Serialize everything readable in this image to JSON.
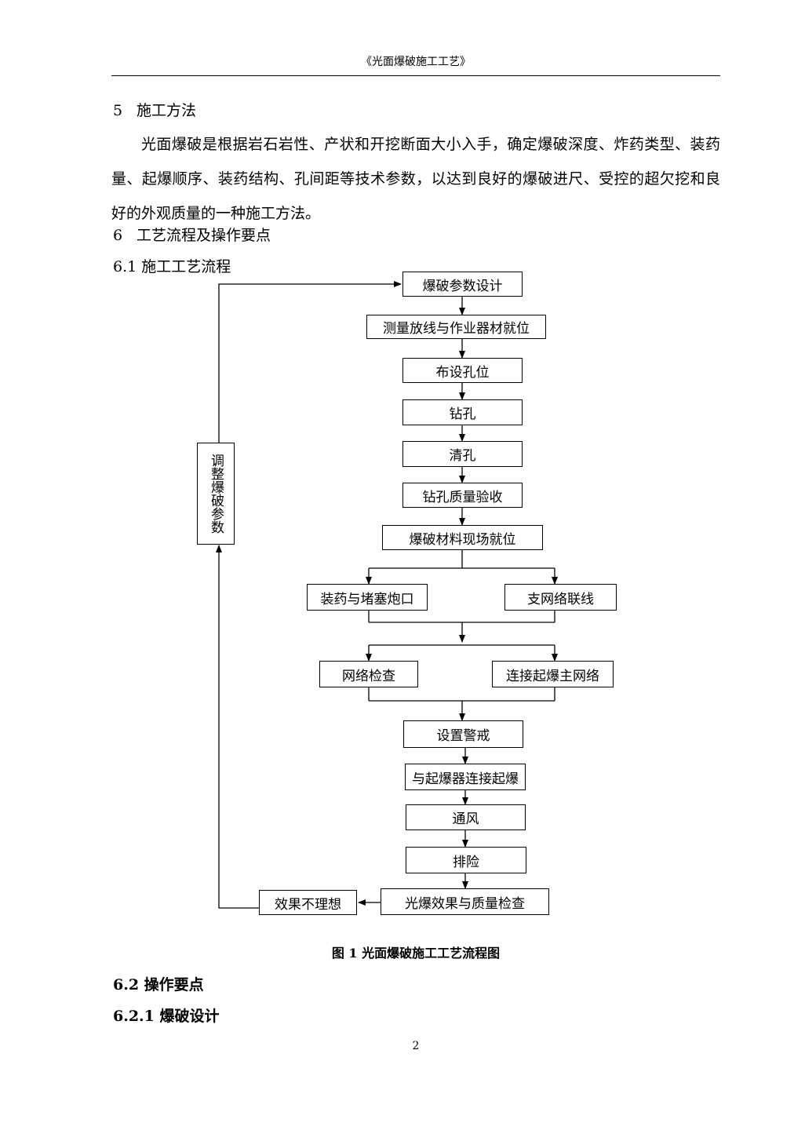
{
  "header": {
    "title": "《光面爆破施工工艺》"
  },
  "sections": {
    "s5": {
      "num": "5",
      "title": "施工方法"
    },
    "s5_para": "光面爆破是根据岩石岩性、产状和开挖断面大小入手，确定爆破深度、炸药类型、装药量、起爆顺序、装药结构、孔间距等技术参数，以达到良好的爆破进尺、受控的超欠挖和良好的外观质量的一种施工方法。",
    "s6": {
      "num": "6",
      "title": "工艺流程及操作要点"
    },
    "s61": {
      "title": "6.1 施工工艺流程"
    },
    "s62": {
      "title": "6.2 操作要点"
    },
    "s621": {
      "title": "6.2.1 爆破设计"
    }
  },
  "flow": {
    "design": "爆破参数设计",
    "survey": "测量放线与作业器材就位",
    "layout": "布设孔位",
    "drill": "钻孔",
    "clean": "清孔",
    "inspect": "钻孔质量验收",
    "material": "爆破材料现场就位",
    "charge": "装药与堵塞炮口",
    "branch": "支网络联线",
    "netcheck": "网络检查",
    "mainnet": "连接起爆主网络",
    "warn": "设置警戒",
    "detonate": "与起爆器连接起爆",
    "vent": "通风",
    "clear": "排险",
    "quality": "光爆效果与质量检查",
    "bad": "效果不理想",
    "adjust": "调整爆破参数"
  },
  "caption": "图 1  光面爆破施工工艺流程图",
  "page_number": "2"
}
